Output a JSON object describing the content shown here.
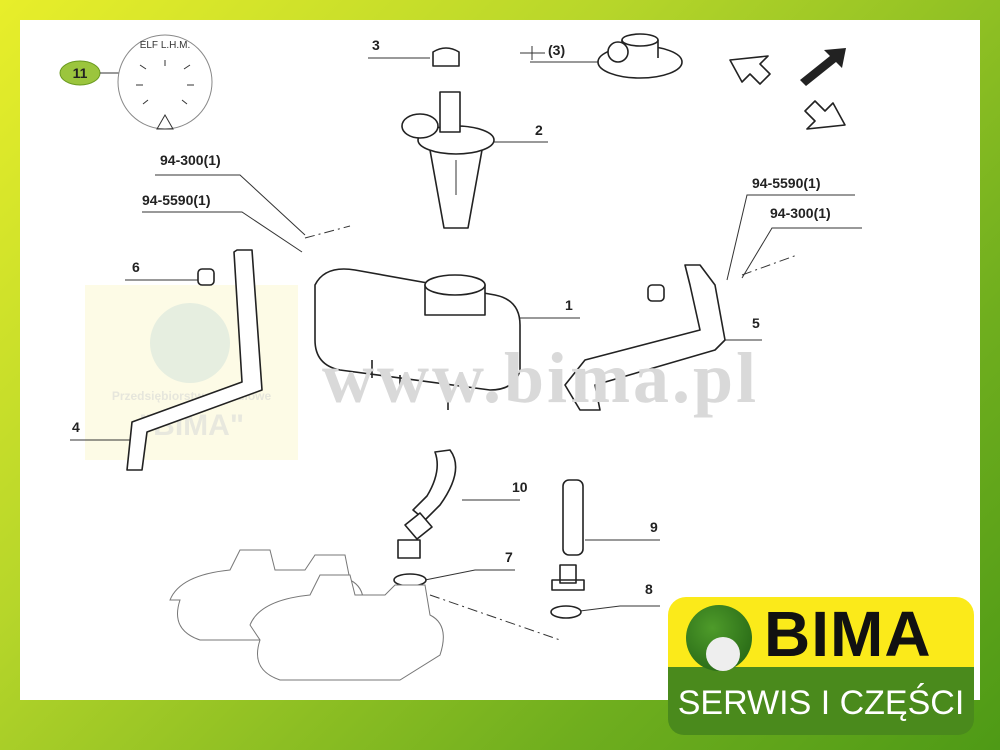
{
  "diagram": {
    "callouts": {
      "c11": "11",
      "c3": "3",
      "c3b": "(3)",
      "c2": "2",
      "left_ref1": "94-300(1)",
      "left_ref2": "94-5590(1)",
      "c6": "6",
      "c1": "1",
      "right_ref1": "94-5590(1)",
      "right_ref2": "94-300(1)",
      "c5": "5",
      "c4": "4",
      "c10": "10",
      "c9": "9",
      "c7": "7",
      "c8": "8"
    },
    "dial_text": "ELF L.H.M.",
    "watermark_url": "www.bima.pl",
    "watermark_company": "Przedsiębiorstwo Handlowe",
    "watermark_brand": "\"BIMA\""
  },
  "logo": {
    "brand": "BIMA",
    "tagline": "SERWIS I CZĘŚCI"
  },
  "colors": {
    "frame": "#8cc21f",
    "logo_yellow": "#fbea1a",
    "logo_green": "#4a8a1c",
    "callout_11": "#9bc53d"
  }
}
